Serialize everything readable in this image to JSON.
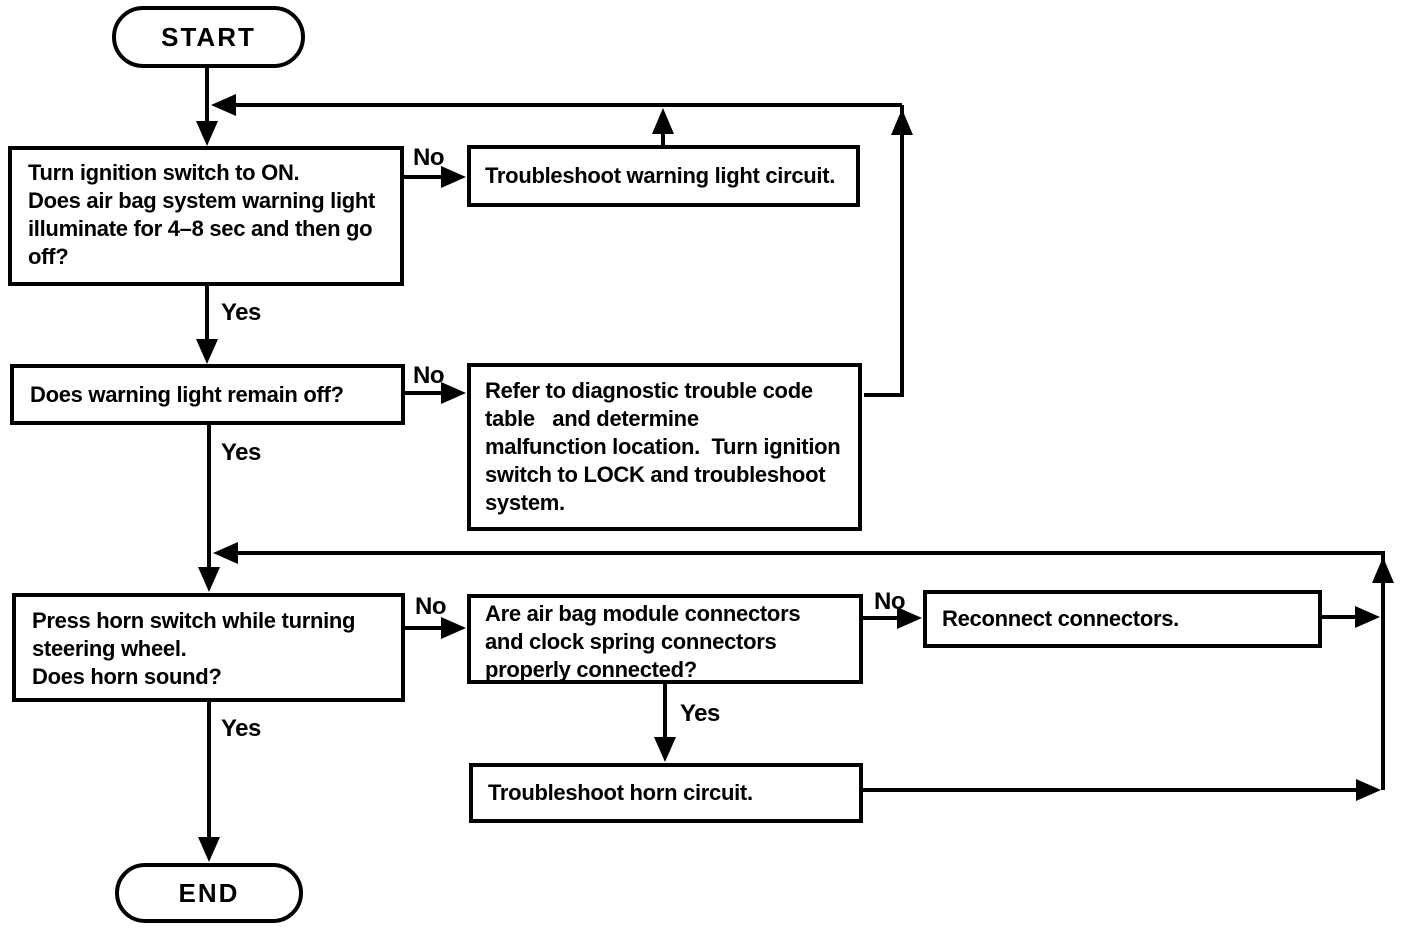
{
  "diagram": {
    "background": "#ffffff",
    "ink": "#000000",
    "nodes": {
      "start": {
        "type": "terminator",
        "label": "START"
      },
      "check_warning_light": {
        "type": "step",
        "label": "Turn ignition switch to ON.\nDoes air bag system warning light\nilluminate for 4–8 sec and then go\noff?"
      },
      "troubleshoot_warning_light": {
        "type": "step",
        "label": "Troubleshoot warning light circuit."
      },
      "warning_light_remain_off": {
        "type": "step",
        "label": "Does warning light remain off?"
      },
      "refer_dtc_table": {
        "type": "step",
        "label": "Refer to diagnostic trouble code\ntable   and determine\nmalfunction location.  Turn ignition\nswitch to LOCK and troubleshoot\nsystem."
      },
      "press_horn_switch": {
        "type": "step",
        "label": "Press horn switch while turning\nsteering wheel.\nDoes horn sound?"
      },
      "connectors_connected": {
        "type": "step",
        "label": "Are air bag module connectors\nand clock spring connectors\nproperly connected?"
      },
      "reconnect_connectors": {
        "type": "step",
        "label": "Reconnect connectors."
      },
      "troubleshoot_horn": {
        "type": "step",
        "label": "Troubleshoot horn circuit."
      },
      "end": {
        "type": "terminator",
        "label": "END"
      }
    },
    "edges": [
      {
        "from": "start",
        "to": "check_warning_light",
        "label": ""
      },
      {
        "from": "check_warning_light",
        "to": "troubleshoot_warning_light",
        "label": "No"
      },
      {
        "from": "check_warning_light",
        "to": "warning_light_remain_off",
        "label": "Yes"
      },
      {
        "from": "warning_light_remain_off",
        "to": "refer_dtc_table",
        "label": "No"
      },
      {
        "from": "warning_light_remain_off",
        "to": "press_horn_switch",
        "label": "Yes"
      },
      {
        "from": "press_horn_switch",
        "to": "connectors_connected",
        "label": "No"
      },
      {
        "from": "press_horn_switch",
        "to": "end",
        "label": "Yes"
      },
      {
        "from": "connectors_connected",
        "to": "reconnect_connectors",
        "label": "No"
      },
      {
        "from": "connectors_connected",
        "to": "troubleshoot_horn",
        "label": "Yes"
      },
      {
        "from": "troubleshoot_warning_light",
        "to": "check_warning_light",
        "label": ""
      },
      {
        "from": "refer_dtc_table",
        "to": "check_warning_light",
        "label": ""
      },
      {
        "from": "reconnect_connectors",
        "to": "press_horn_switch",
        "label": ""
      },
      {
        "from": "troubleshoot_horn",
        "to": "press_horn_switch",
        "label": ""
      }
    ]
  }
}
